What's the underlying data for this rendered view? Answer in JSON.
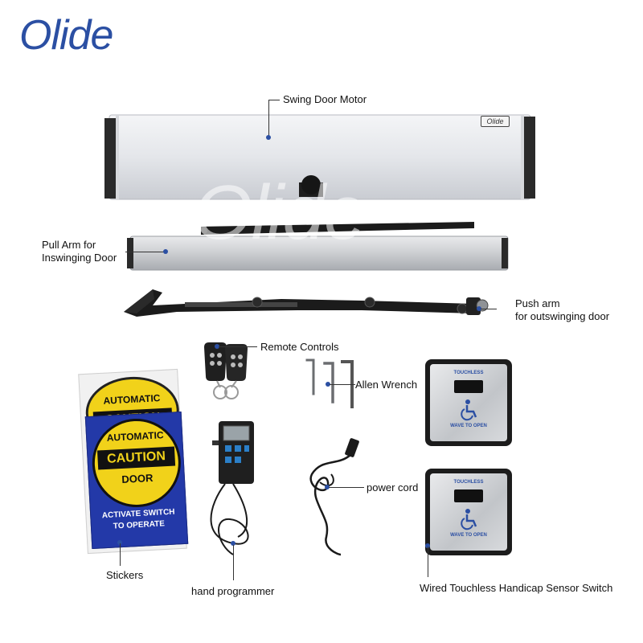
{
  "brand": {
    "logo": "Olide",
    "watermark": "Olide",
    "motor_badge": "Olide"
  },
  "colors": {
    "brand_blue": "#2b4fa3",
    "sticker_yellow": "#f1d21a",
    "sticker_blue": "#2339a8",
    "arm_black": "#1b1b1b"
  },
  "labels": {
    "motor": "Swing Door Motor",
    "pull_arm_line1": "Pull Arm for",
    "pull_arm_line2": "Inswinging Door",
    "push_arm_line1": "Push arm",
    "push_arm_line2": "for outswinging door",
    "remote": "Remote Controls",
    "allen": "Allen  Wrench",
    "power_cord": "power cord",
    "stickers": "Stickers",
    "hand_programmer": "hand programmer",
    "sensor_switch": "Wired Touchless Handicap Sensor Switch"
  },
  "sticker": {
    "top_line1": "AUTOMATIC",
    "top_line2": "CAUTION",
    "line1": "AUTOMATIC",
    "line2": "CAUTION",
    "line3": "DOOR",
    "bottom_line1": "ACTIVATE SWITCH",
    "bottom_line2": "TO OPERATE"
  },
  "switch": {
    "top_text": "TOUCHLESS",
    "bottom_text": "WAVE TO OPEN"
  },
  "icons": [
    "wheelchair-icon"
  ]
}
